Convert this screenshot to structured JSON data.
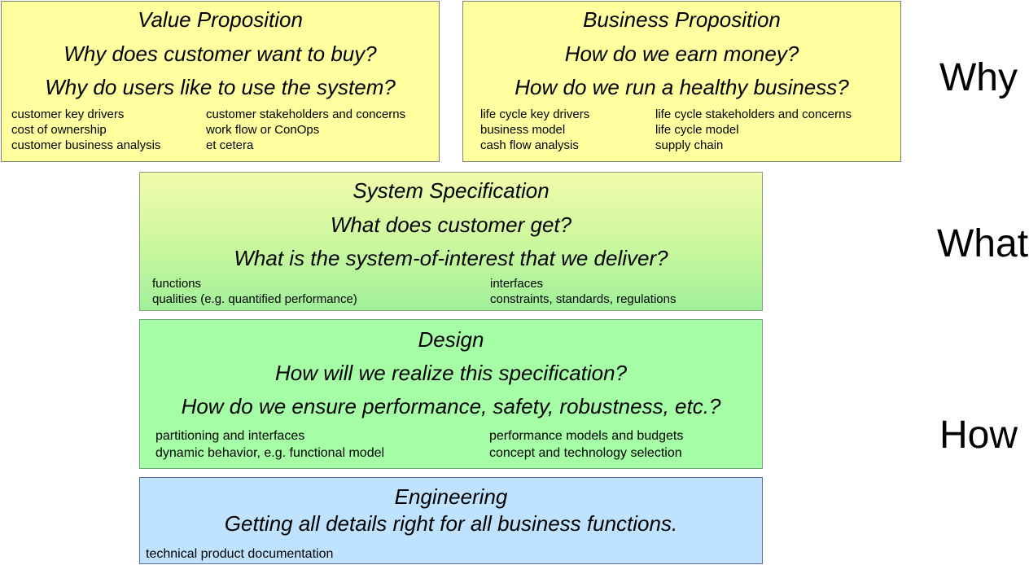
{
  "value_proposition": {
    "title": "Value Proposition",
    "q1": "Why does customer want to buy?",
    "q2": "Why do users like to use the system?",
    "left_items": [
      "customer key drivers",
      "cost of ownership",
      "customer business analysis"
    ],
    "right_items": [
      "customer stakeholders and concerns",
      "work flow or ConOps",
      "et cetera"
    ]
  },
  "business_proposition": {
    "title": "Business Proposition",
    "q1": "How do we earn money?",
    "q2": "How do we run a healthy business?",
    "left_items": [
      "life cycle key drivers",
      "business model",
      "cash flow analysis"
    ],
    "right_items": [
      "life cycle stakeholders and concerns",
      "life cycle model",
      "supply chain"
    ]
  },
  "system_specification": {
    "title": "System Specification",
    "q1": "What does customer get?",
    "q2": "What is the system-of-interest that we deliver?",
    "left_items": [
      "functions",
      "qualities (e.g. quantified performance)"
    ],
    "right_items": [
      "interfaces",
      "constraints, standards, regulations"
    ]
  },
  "design": {
    "title": "Design",
    "q1": "How will we realize this specification?",
    "q2": "How do we ensure performance, safety, robustness, etc.?",
    "left_items": [
      "partitioning and interfaces",
      "dynamic behavior, e.g. functional model"
    ],
    "right_items": [
      "performance models and budgets",
      "concept and technology selection"
    ]
  },
  "engineering": {
    "title": "Engineering",
    "q1": "Getting all details right for all business functions.",
    "items": [
      "technical product documentation"
    ]
  },
  "side_labels": {
    "why": "Why",
    "what": "What",
    "how": "How"
  },
  "colors": {
    "proposition_fill": "#ffff9f",
    "specification_fill_top": "#f2fbab",
    "specification_fill_bottom": "#9ff09a",
    "design_fill": "#a5fda5",
    "engineering_fill": "#bfe3ff"
  }
}
